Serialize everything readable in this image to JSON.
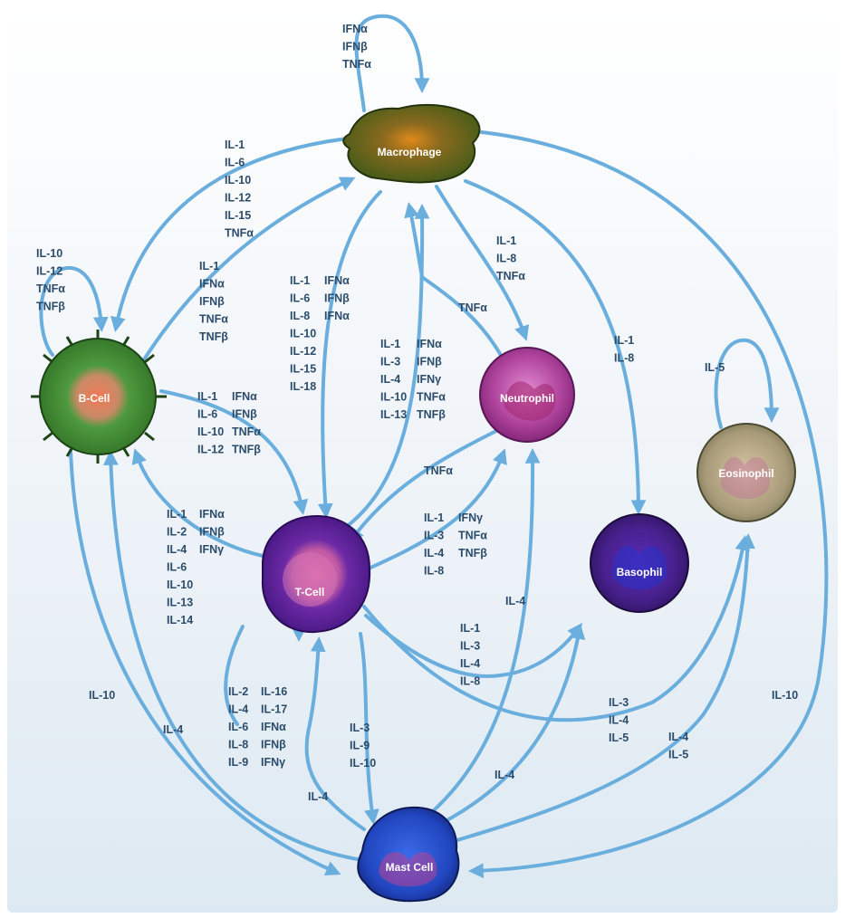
{
  "cells": {
    "macrophage": "Macrophage",
    "b_cell": "B-Cell",
    "t_cell": "T-Cell",
    "neutrophil": "Neutrophil",
    "eosinophil": "Eosinophil",
    "basophil": "Basophil",
    "mast_cell": "Mast Cell"
  },
  "labels": {
    "mac_self": [
      "IFNα",
      "IFNβ",
      "TNFα"
    ],
    "mac_to_b": [
      "IL-1",
      "IL-6",
      "IL-10",
      "IL-12",
      "IL-15",
      "TNFα"
    ],
    "b_self": [
      "IL-10",
      "IL-12",
      "TNFα",
      "TNFβ"
    ],
    "b_to_mac": [
      "IL-1",
      "IFNα",
      "IFNβ",
      "TNFα",
      "TNFβ"
    ],
    "mac_to_t_col1": [
      "IL-1",
      "IL-6",
      "IL-8",
      "IL-10",
      "IL-12",
      "IL-15",
      "IL-18"
    ],
    "mac_to_t_col2": [
      "IFNα",
      "IFNβ",
      "IFNα"
    ],
    "mac_to_neut": [
      "IL-1",
      "IL-8",
      "TNFα"
    ],
    "neut_to_mac": [
      "TNFα"
    ],
    "mac_to_baso": [
      "IL-1",
      "IL-8"
    ],
    "t_to_mac_col1": [
      "IL-1",
      "IL-3",
      "IL-4",
      "IL-10",
      "IL-13"
    ],
    "t_to_mac_col2": [
      "IFNα",
      "IFNβ",
      "IFNγ",
      "TNFα",
      "TNFβ"
    ],
    "eos_self": [
      "IL-5"
    ],
    "b_to_t_col1": [
      "IL-1",
      "IL-6",
      "IL-10",
      "IL-12"
    ],
    "b_to_t_col2": [
      "IFNα",
      "IFNβ",
      "TNFα",
      "TNFβ"
    ],
    "neut_to_t": [
      "TNFα"
    ],
    "t_to_b_col1": [
      "IL-1",
      "IL-2",
      "IL-4",
      "IL-6",
      "IL-10",
      "IL-13",
      "IL-14"
    ],
    "t_to_b_col2": [
      "IFNα",
      "IFNβ",
      "IFNγ"
    ],
    "t_to_neut_col1": [
      "IL-1",
      "IL-3",
      "IL-4",
      "IL-8"
    ],
    "t_to_neut_col2": [
      "IFNγ",
      "TNFα",
      "TNFβ"
    ],
    "mast_to_neut": [
      "IL-4"
    ],
    "t_to_baso": [
      "IL-1",
      "IL-3",
      "IL-4",
      "IL-8"
    ],
    "mast_to_t_col1": [
      "IL-2",
      "IL-4",
      "IL-6",
      "IL-8",
      "IL-9"
    ],
    "mast_to_t_col2": [
      "IL-16",
      "IL-17",
      "IFNα",
      "IFNβ",
      "IFNγ"
    ],
    "t_to_mast": [
      "IL-3",
      "IL-9",
      "IL-10"
    ],
    "t_to_eos": [
      "IL-3",
      "IL-4",
      "IL-5"
    ],
    "b_to_mast": [
      "IL-10"
    ],
    "mast_to_b": [
      "IL-4"
    ],
    "mast_to_t_left": [
      "IL-4"
    ],
    "mast_to_baso": [
      "IL-4"
    ],
    "mast_to_eos": [
      "IL-4",
      "IL-5"
    ],
    "mac_to_mast": [
      "IL-10"
    ]
  },
  "colors": {
    "arrow": "#6aaede",
    "label": "#2c4c6b",
    "background_top": "#ffffff",
    "background_bottom": "#dfeaf3"
  }
}
